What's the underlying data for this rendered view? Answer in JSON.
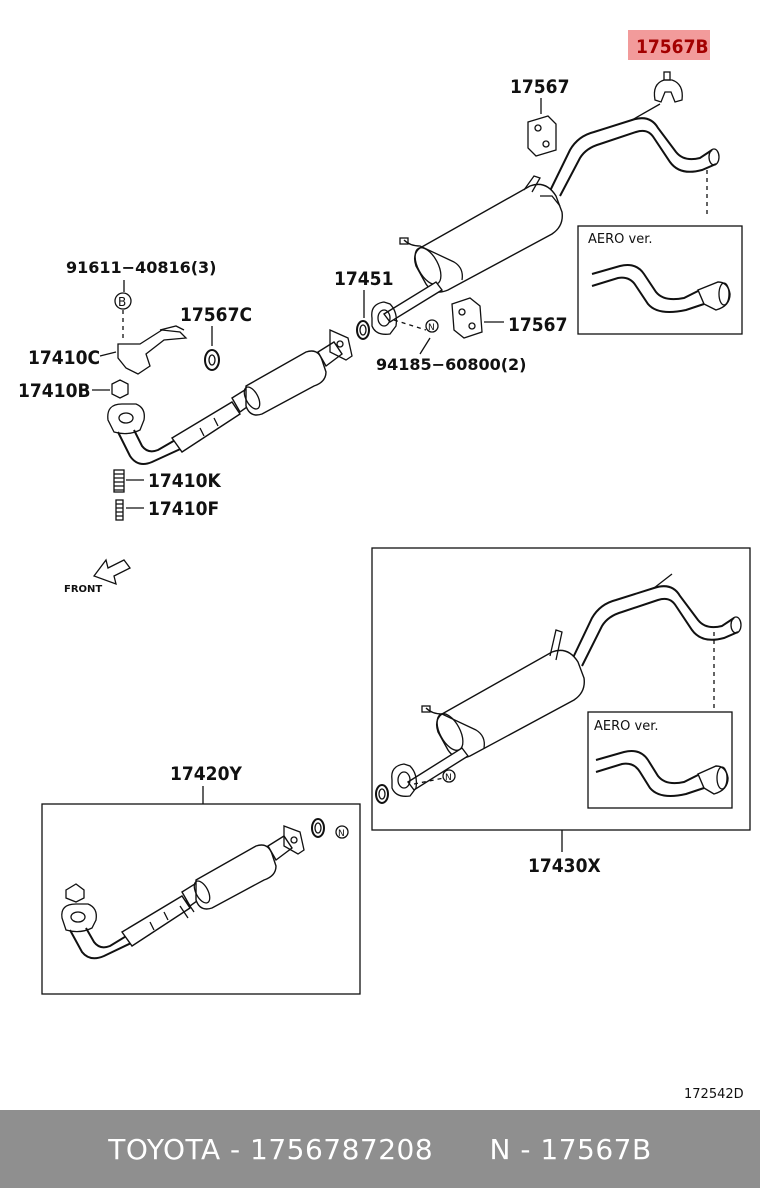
{
  "labels": {
    "highlight": "17567B",
    "p17567_top": "17567",
    "p91611": "91611−40816(3)",
    "p17451": "17451",
    "p17567c": "17567C",
    "p17567_mid": "17567",
    "p17410c": "17410C",
    "p94185": "94185−60800(2)",
    "p17410b": "17410B",
    "p17410k": "17410K",
    "p17410f": "17410F",
    "p17420y": "17420Y",
    "p17430x": "17430X",
    "aero1": "AERO ver.",
    "aero2": "AERO ver.",
    "front": "FRONT",
    "ref": "172542D",
    "bolt_b": "B",
    "nut_n1": "N",
    "nut_n2": "N",
    "nut_n3": "N"
  },
  "colors": {
    "highlight_bg": "#f29b9b",
    "highlight_text": "#a30000",
    "footer_bg": "#8f8f8f"
  },
  "footer": {
    "text": "TOYOTA - 1756787208      N - 17567B"
  }
}
